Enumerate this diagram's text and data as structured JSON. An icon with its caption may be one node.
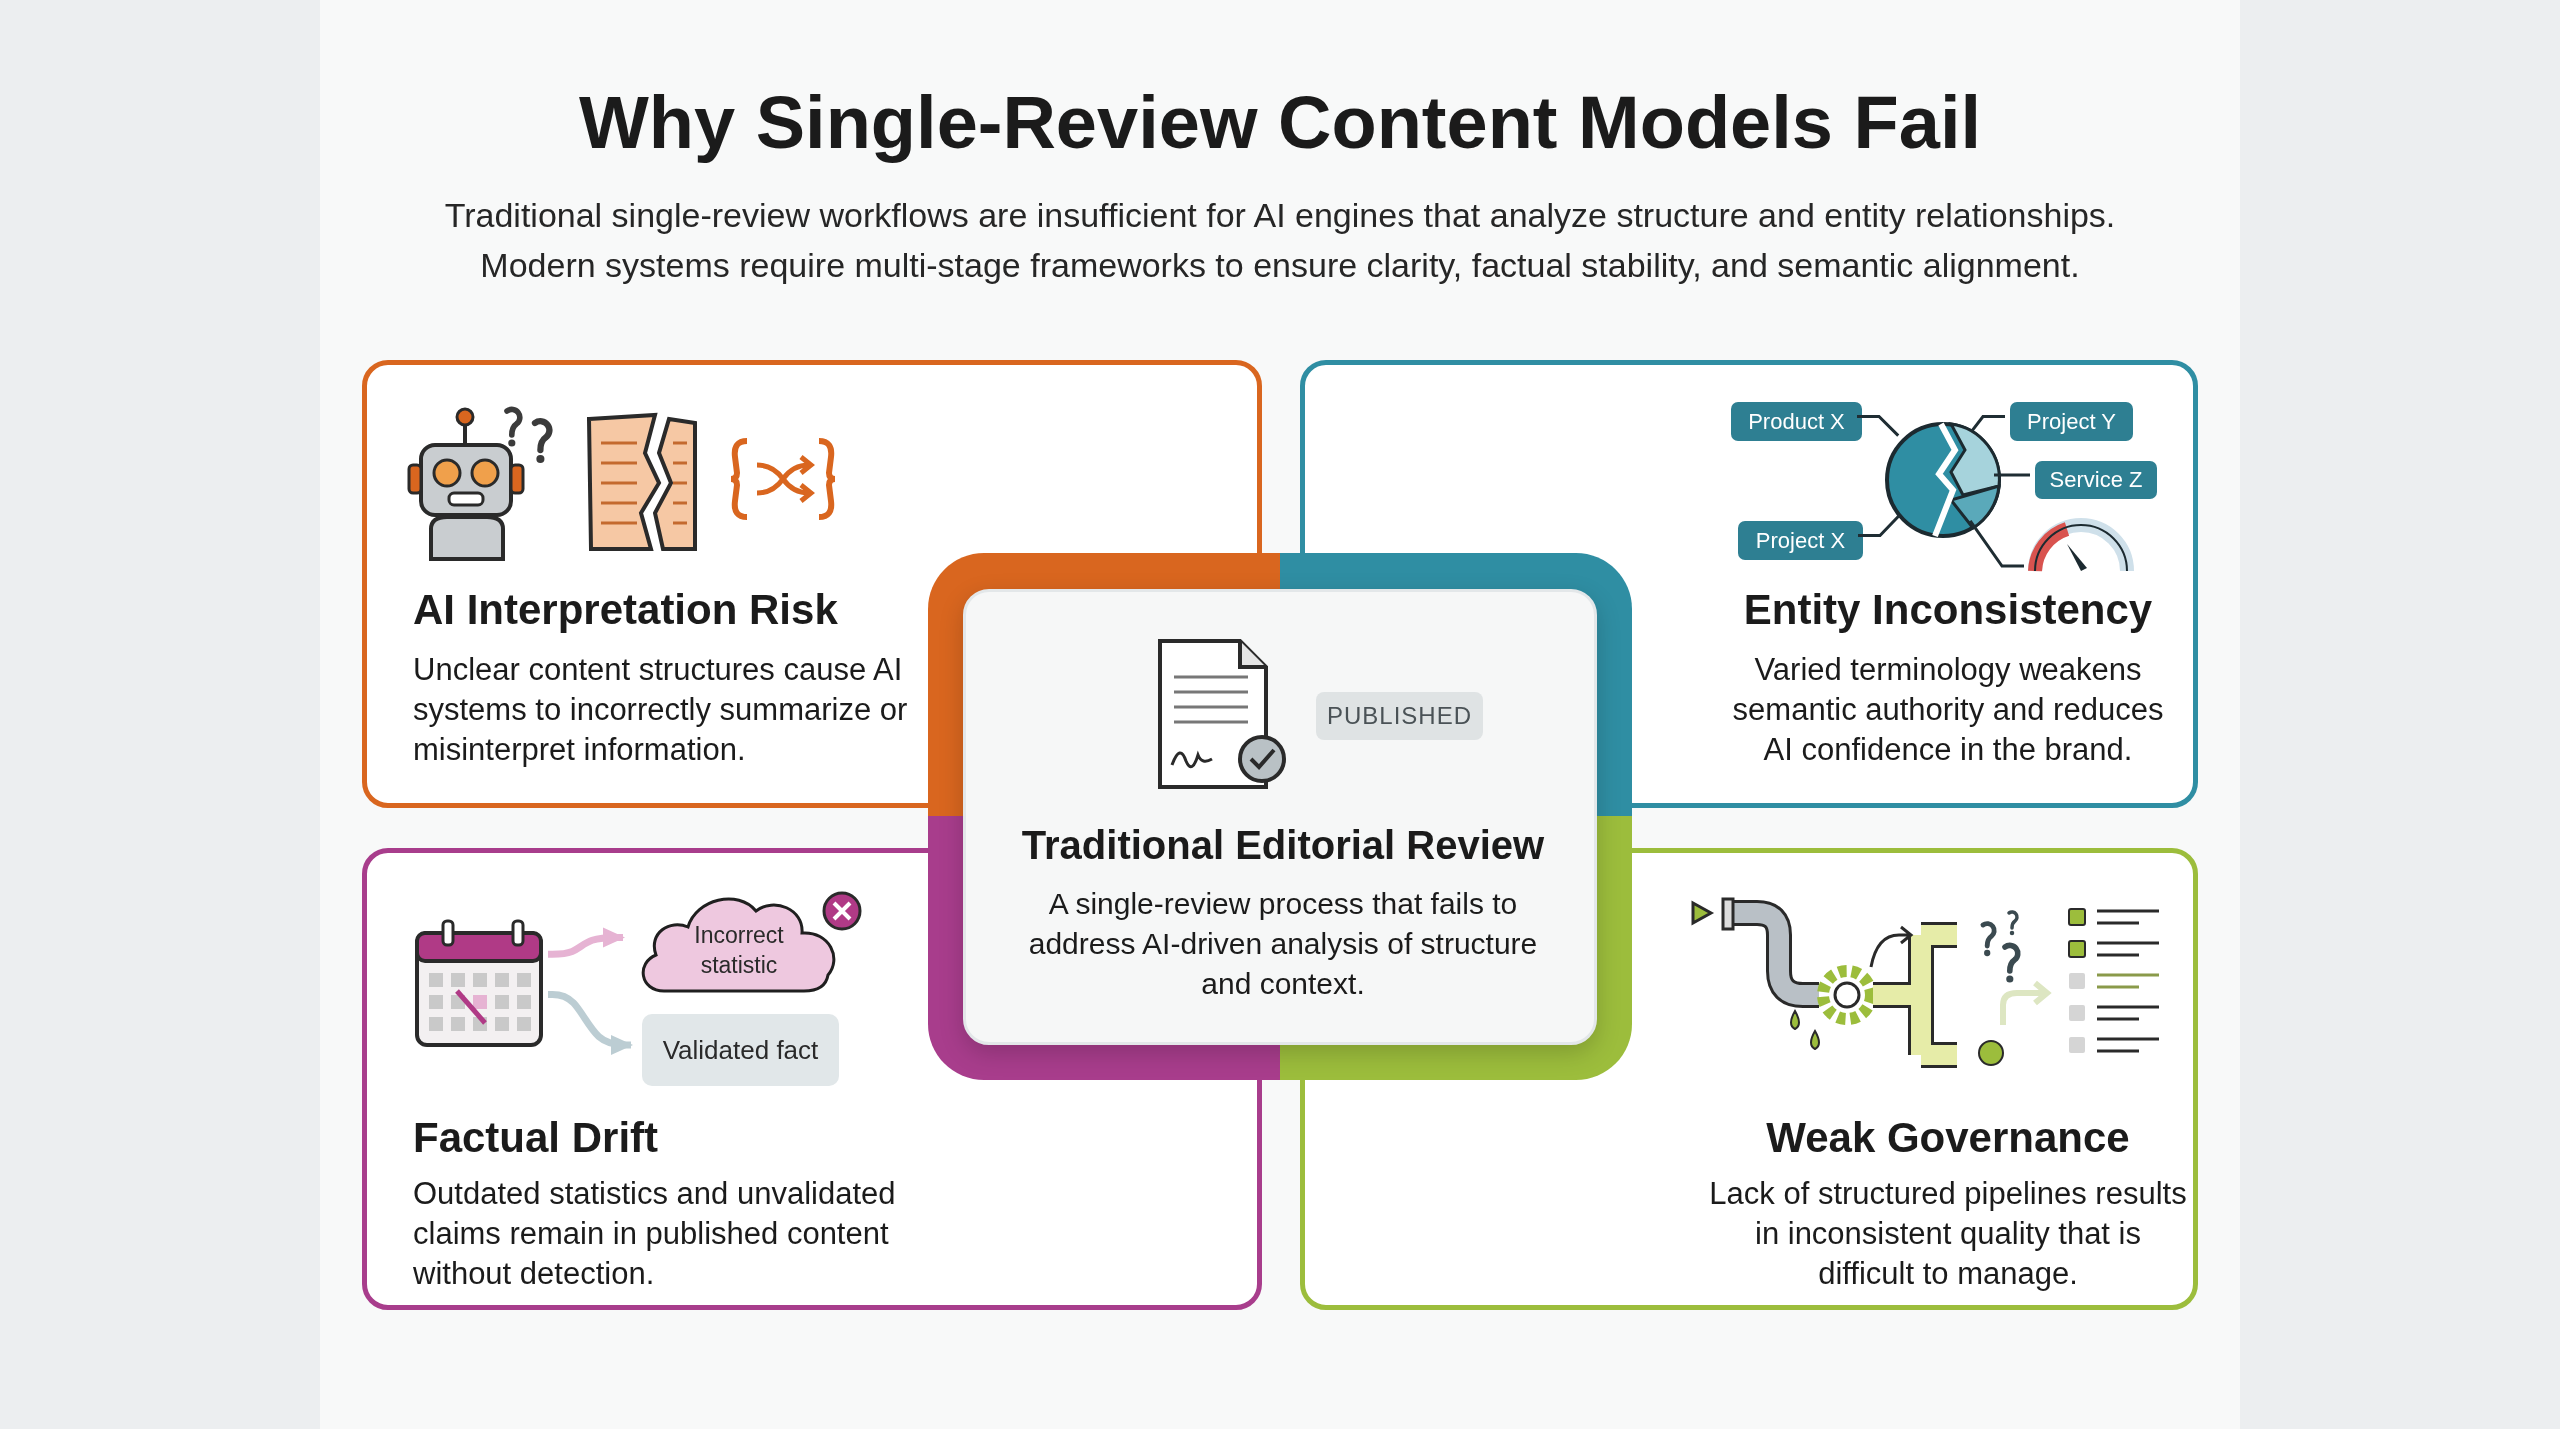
{
  "diagram": {
    "title": "Why Single-Review Content Models Fail",
    "nodes": [
      {
        "text": [
          "AI Interpretation Risk",
          "Unclear content structures cause AI systems to incorrectly summarize or misinterpret information."
        ]
      },
      {
        "text": [
          "Entity Inconsistency",
          "Varied terminology weakens semantic authority and reduces AI confidence in the brand."
        ]
      },
      {
        "text": [
          "Product X"
        ],
        "in": 1
      },
      {
        "text": [
          "Project Y"
        ],
        "in": 1
      },
      {
        "text": [],
        "shape": "circle",
        "in": 1
      },
      {
        "text": [
          "Service Z"
        ],
        "in": 1
      },
      {
        "text": [
          "Project X"
        ],
        "in": 1
      },
      {
        "text": [],
        "shape": "picture",
        "in": 1
      },
      {
        "text": [
          "Traditional Editorial Review",
          "A single-review process that fails to address AI-driven analysis of structure and context."
        ]
      },
      {
        "text": [
          "PUBLISHED"
        ]
      },
      {
        "text": [
          "Factual Drift",
          "Outdated statistics and unvalidated claims remain in published content without detection."
        ]
      },
      {
        "text": [],
        "shape": "picture",
        "in": 10
      },
      {
        "text": [
          "Incorrect statistic"
        ],
        "in": 10
      },
      {
        "text": [
          "Validated fact"
        ],
        "in": 10
      },
      {
        "text": [
          "Weak Governance",
          "Lack of structured pipelines results in inconsistent quality that is difficult to manage."
        ]
      }
    ],
    "edges": [
      {
        "from": 2,
        "to": 4,
        "arrow": "none"
      },
      {
        "from": 3,
        "to": 4,
        "arrow": "none"
      },
      {
        "from": 5,
        "to": 4,
        "arrow": "none"
      },
      {
        "from": 6,
        "to": 4,
        "arrow": "none"
      },
      {
        "from": 4,
        "to": 7,
        "arrow": "none"
      },
      {
        "from": 11,
        "to": 12,
        "arrow": "to",
        "style": "thick",
        "color": "#e6b3d3"
      },
      {
        "from": 11,
        "to": 13,
        "arrow": "to",
        "style": "thick",
        "color": "#bccdd3"
      }
    ],
    "labels": [
      "Traditional single-review workflows are insufficient for AI engines that analyze structure and entity relationships. Modern systems require multi-stage frameworks to ensure clarity, factual stability, and semantic alignment."
    ]
  }
}
